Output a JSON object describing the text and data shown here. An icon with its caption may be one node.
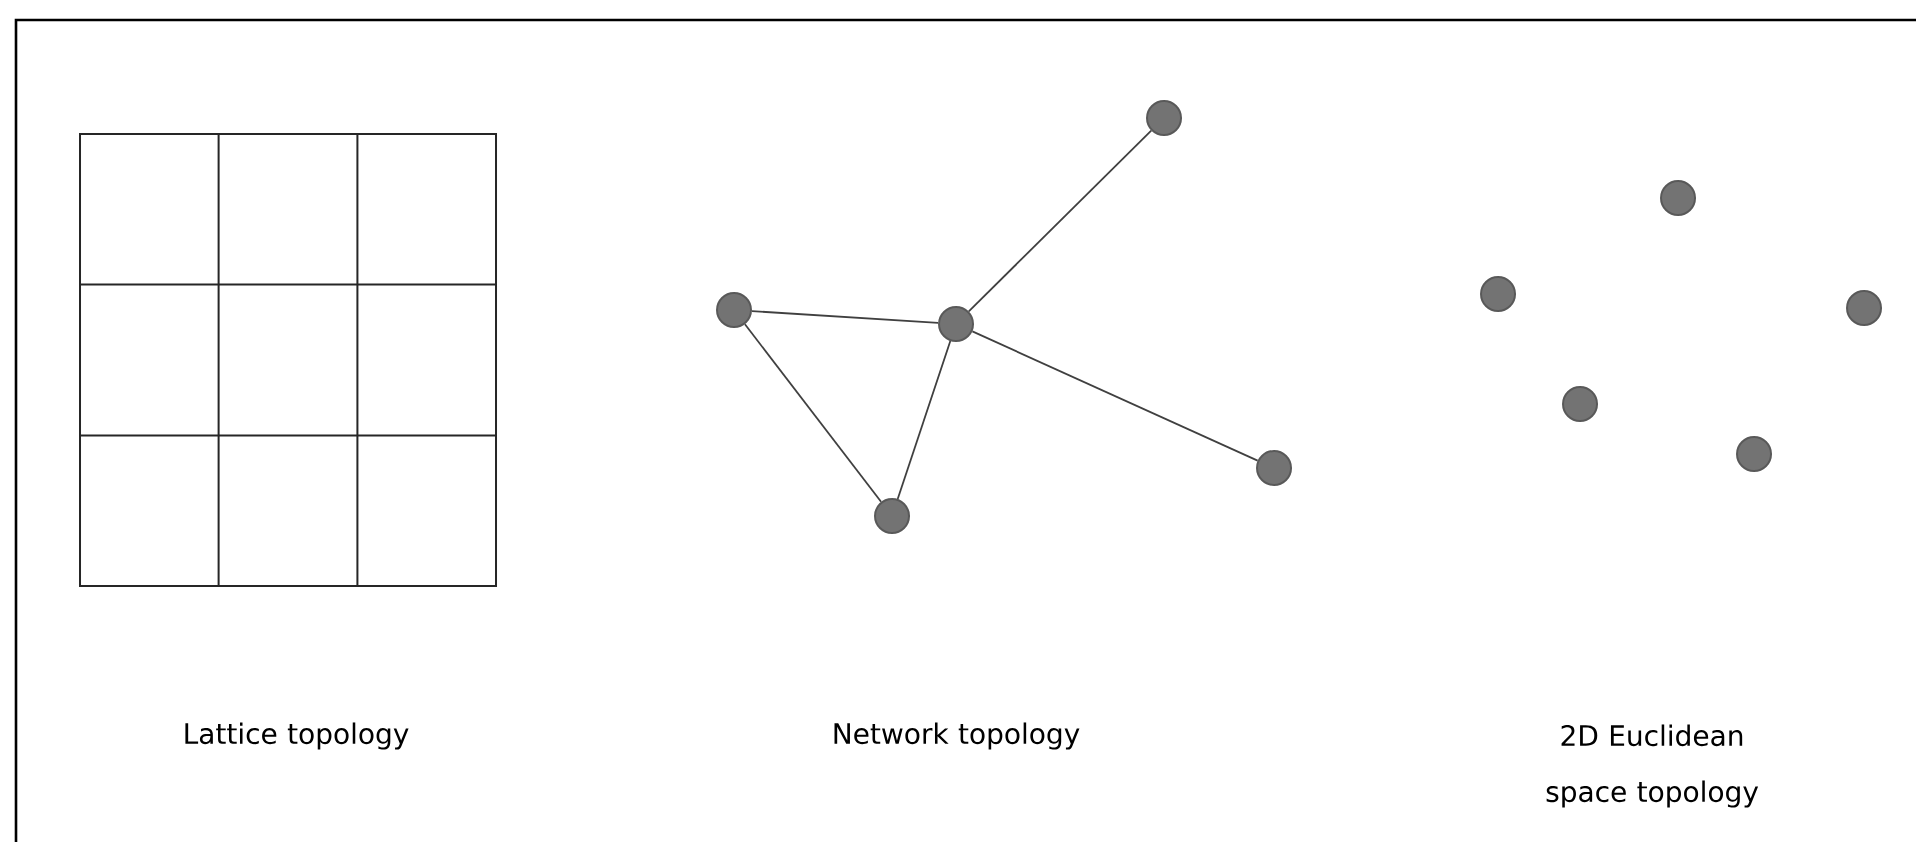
{
  "diagram": {
    "nodes": [
      {
        "text": [],
        "shape": "circle"
      },
      {
        "text": [],
        "shape": "circle"
      },
      {
        "text": [],
        "shape": "circle"
      },
      {
        "text": [],
        "shape": "circle"
      },
      {
        "text": [],
        "shape": "circle"
      },
      {
        "text": [],
        "shape": "circle"
      },
      {
        "text": [],
        "shape": "circle"
      },
      {
        "text": [],
        "shape": "circle"
      },
      {
        "text": [],
        "shape": "circle"
      },
      {
        "text": [],
        "shape": "circle"
      }
    ],
    "edges": [
      {
        "from": 0,
        "to": 2,
        "arrow": "none"
      },
      {
        "from": 0,
        "to": 3,
        "arrow": "none"
      },
      {
        "from": 3,
        "to": 2,
        "arrow": "none"
      },
      {
        "from": 2,
        "to": 1,
        "arrow": "none"
      },
      {
        "from": 2,
        "to": 4,
        "arrow": "none"
      }
    ],
    "labels": [
      "Lattice topology",
      "Network topology",
      "2D Euclidean space topology"
    ]
  }
}
